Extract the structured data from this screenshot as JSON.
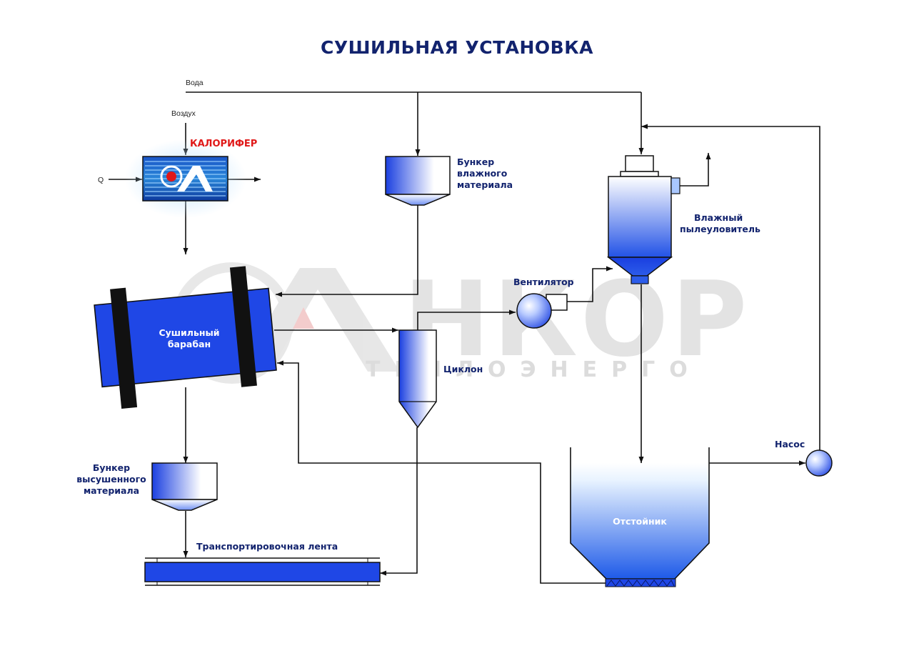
{
  "title": "СУШИЛЬНАЯ УСТАНОВКА",
  "watermark": {
    "main": "НКОР",
    "sub": "ТЕПЛОЭНЕРГО"
  },
  "labels": {
    "water": "Вода",
    "air": "Воздух",
    "heat": "Q",
    "heater": "КАЛОРИФЕР",
    "wet_bunker": [
      "Бункер",
      "влажного",
      "материала"
    ],
    "wet_dust_collector": [
      "Влажный",
      "пылеуловитель"
    ],
    "fan": "Вентилятор",
    "dryer_drum": [
      "Сушильный",
      "барабан"
    ],
    "cyclone": "Циклон",
    "dry_bunker": [
      "Бункер",
      "высушенного",
      "материала"
    ],
    "pump": "Насос",
    "settler": "Отстойник",
    "conveyor": "Транспортировочная лента"
  },
  "colors": {
    "title": "#12236e",
    "label": "#12236e",
    "heater_label": "#e01818",
    "equipment_blue": "#1f47e6",
    "line": "#111111"
  }
}
